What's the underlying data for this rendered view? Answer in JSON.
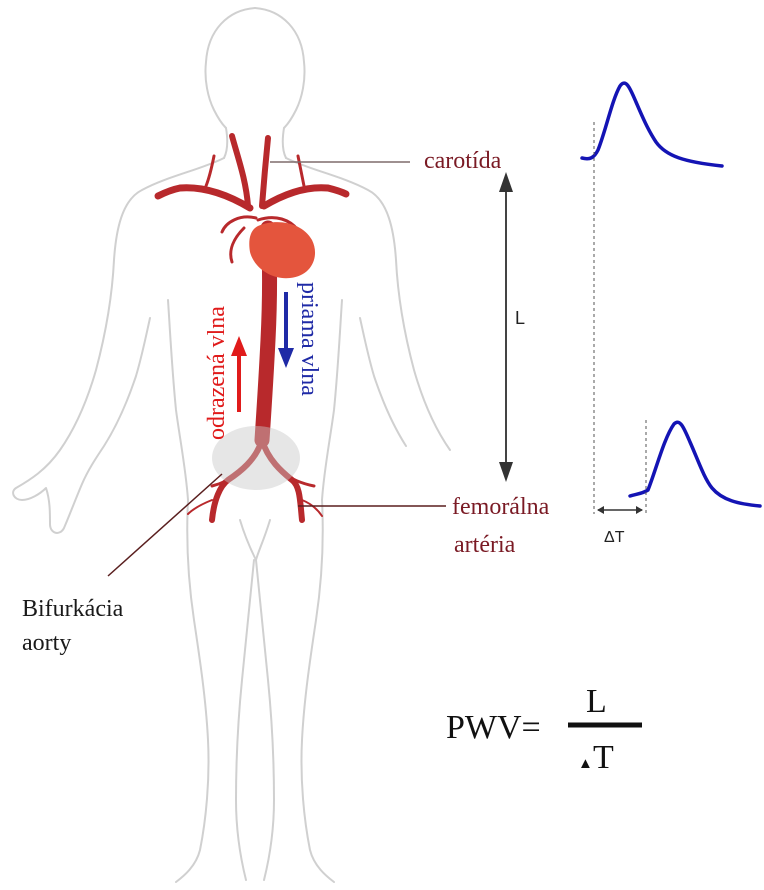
{
  "labels": {
    "carotid": "carotída",
    "femoral_line1": "femorálna",
    "femoral_line2": "artéria",
    "bifurcation_line1": "Bifurkácia",
    "bifurcation_line2": "aorty",
    "reflected_wave": "odrazená vlna",
    "forward_wave": "priama vlna",
    "length": "L",
    "delta_t": "ΔT"
  },
  "formula": {
    "lhs": "PWV=",
    "numerator": "L",
    "denominator_delta": "▲",
    "denominator_t": "T"
  },
  "colors": {
    "artery": "#b8292c",
    "heart": "#e4553d",
    "forward_wave": "#1f2aa6",
    "reflected_wave": "#e01b1b",
    "label_dark_red": "#7a1a24",
    "pulse_wave": "#1414b4",
    "body_outline": "#d0d0d0"
  },
  "icons": [
    "body-silhouette",
    "heart-icon",
    "arrow-up-icon",
    "arrow-down-icon",
    "double-arrow-icon"
  ]
}
